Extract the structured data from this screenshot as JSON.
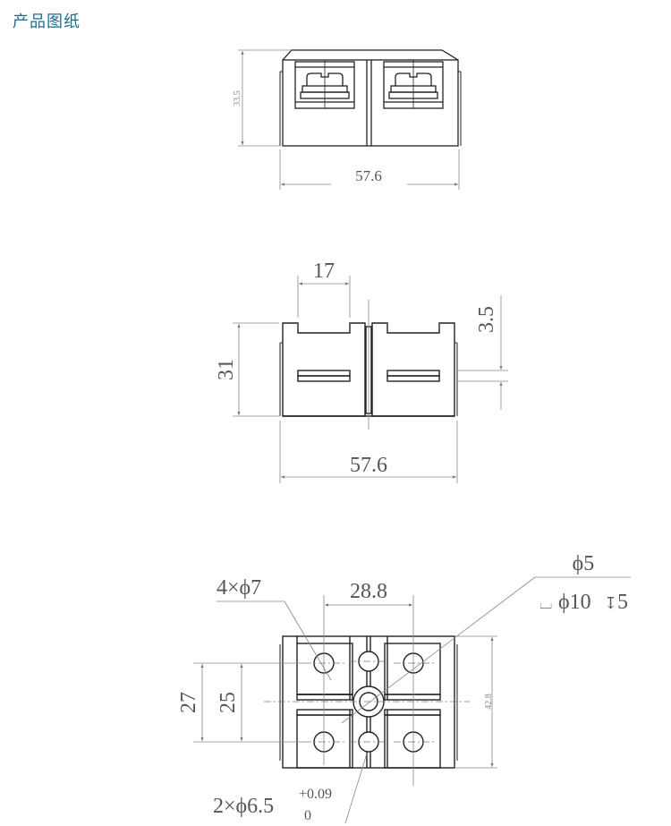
{
  "header": {
    "title": "产品图纸"
  },
  "views": {
    "front": {
      "height_label": "33.5",
      "width_label": "57.6"
    },
    "side": {
      "slot_width_label": "17",
      "height_label": "31",
      "depth_label": "3.5",
      "width_label": "57.6"
    },
    "top": {
      "holes_label": "4×ϕ7",
      "spacing_label": "28.8",
      "center_hole_label": "ϕ5",
      "counterbore_prefix": "⌴",
      "counterbore_label": "ϕ10",
      "counterbore_depth_symbol": "↧",
      "counterbore_depth": "5",
      "outer_span_label": "27",
      "inner_span_label": "25",
      "height_label": "42.8",
      "pin_holes_label": "2×ϕ6.5",
      "tolerance_upper": "+0.09",
      "tolerance_lower": "0"
    }
  }
}
